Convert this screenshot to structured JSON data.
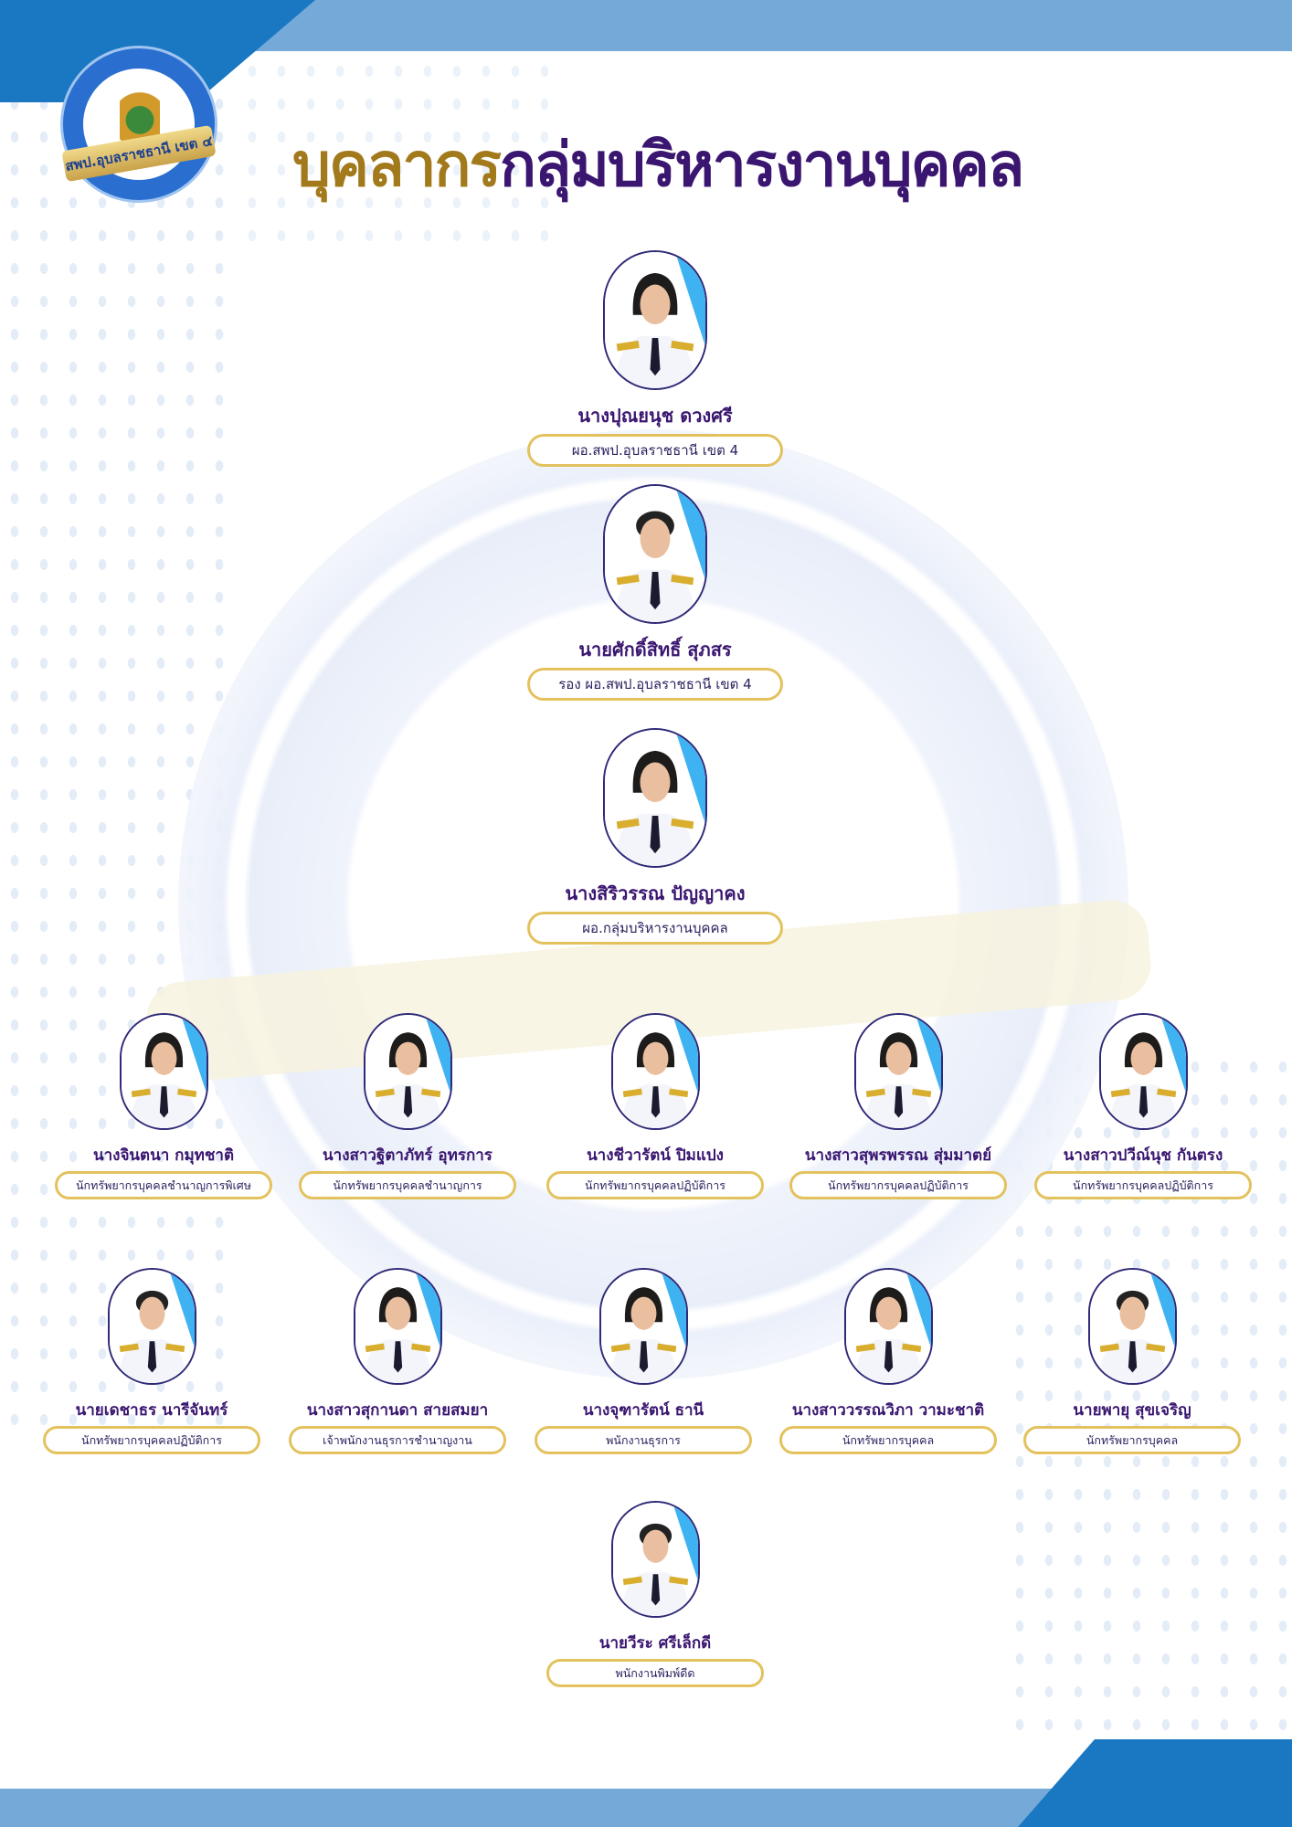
{
  "header": {
    "title_part1": "บุคลากร",
    "title_part2": "กลุ่มบริหารงานบุคคล",
    "logo_text": "สพป.อุบลราชธานี เขต ๔"
  },
  "colors": {
    "accent_gold": "#a27a1c",
    "accent_purple": "#3a1670",
    "blue": "#1a77c2",
    "pill_border": "#e3c25e"
  },
  "people": [
    {
      "name": "นางปุณยนุช ดวงศรี",
      "position": "ผอ.สพป.อุบลราชธานี เขต 4",
      "gender": "f"
    },
    {
      "name": "นายศักดิ์สิทธิ์ สุภสร",
      "position": "รอง ผอ.สพป.อุบลราชธานี เขต 4",
      "gender": "m"
    },
    {
      "name": "นางสิริวรรณ ปัญญาคง",
      "position": "ผอ.กลุ่มบริหารงานบุคคล",
      "gender": "f"
    },
    {
      "name": "นางจินตนา กมุทชาติ",
      "position": "นักทรัพยากรบุคคลชำนาญการพิเศษ",
      "gender": "f"
    },
    {
      "name": "นางสาวฐิตาภัทร์ อุทรการ",
      "position": "นักทรัพยากรบุคคลชำนาญการ",
      "gender": "f"
    },
    {
      "name": "นางชีวารัตน์ ปิมแปง",
      "position": "นักทรัพยากรบุคคลปฏิบัติการ",
      "gender": "f"
    },
    {
      "name": "นางสาวสุพรพรรณ สุ่มมาตย์",
      "position": "นักทรัพยากรบุคคลปฏิบัติการ",
      "gender": "f"
    },
    {
      "name": "นางสาวปวีณ์นุช กันตรง",
      "position": "นักทรัพยากรบุคคลปฏิบัติการ",
      "gender": "f"
    },
    {
      "name": "นายเดชาธร นารีจันทร์",
      "position": "นักทรัพยากรบุคคลปฏิบัติการ",
      "gender": "m"
    },
    {
      "name": "นางสาวสุกานดา สายสมยา",
      "position": "เจ้าพนักงานธุรการชำนาญงาน",
      "gender": "f"
    },
    {
      "name": "นางจุฑารัตน์ ธานี",
      "position": "พนักงานธุรการ",
      "gender": "f"
    },
    {
      "name": "นางสาววรรณวิภา วามะชาติ",
      "position": "นักทรัพยากรบุคคล",
      "gender": "f"
    },
    {
      "name": "นายพายุ สุขเจริญ",
      "position": "นักทรัพยากรบุคคล",
      "gender": "m"
    },
    {
      "name": "นายวีระ ศรีเล็กดี",
      "position": "พนักงานพิมพ์ดีด",
      "gender": "m"
    }
  ]
}
